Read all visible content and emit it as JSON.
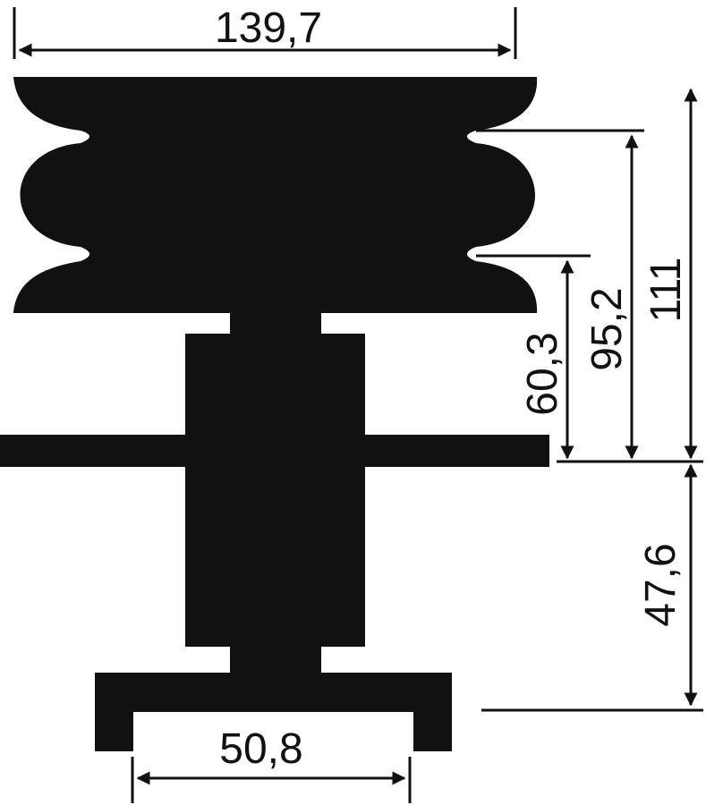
{
  "dimensions": {
    "top_width": "139,7",
    "bottom_width": "50,8",
    "height_60": "60,3",
    "height_95": "95,2",
    "height_111": "111",
    "height_47": "47,6"
  },
  "colors": {
    "part": "#111111",
    "line": "#111111",
    "background": "#ffffff"
  }
}
